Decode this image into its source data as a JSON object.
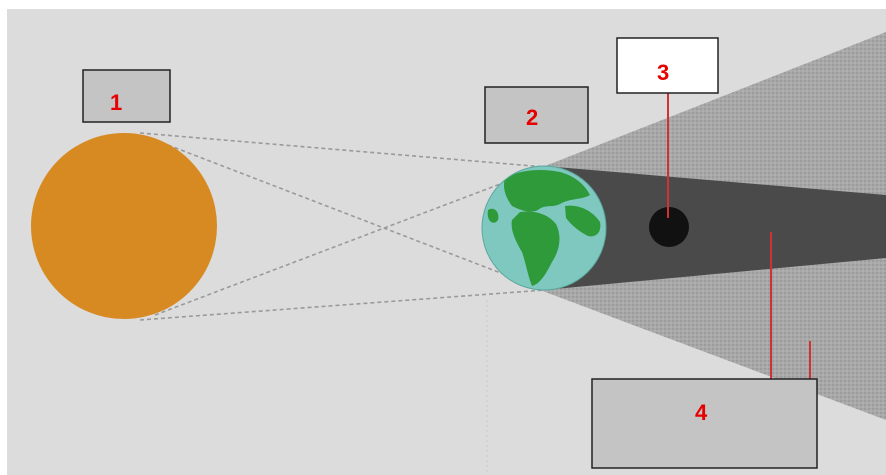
{
  "labels": {
    "l1": "1",
    "l2": "2",
    "l3": "3",
    "l4": "4"
  },
  "colors": {
    "background": "#dcdcdc",
    "sun": "#d88a22",
    "earth_ocean": "#7ec8c0",
    "earth_land": "#2f9a3a",
    "umbra": "#4a4a4a",
    "penumbra": "#a6a6a6",
    "moon": "#111111",
    "label_box": "#c4c4c4",
    "label_text": "#e60000",
    "leader_line": "#cc3333"
  },
  "icons": {
    "sun": "sun-icon",
    "earth": "earth-globe-icon",
    "moon": "moon-icon"
  }
}
